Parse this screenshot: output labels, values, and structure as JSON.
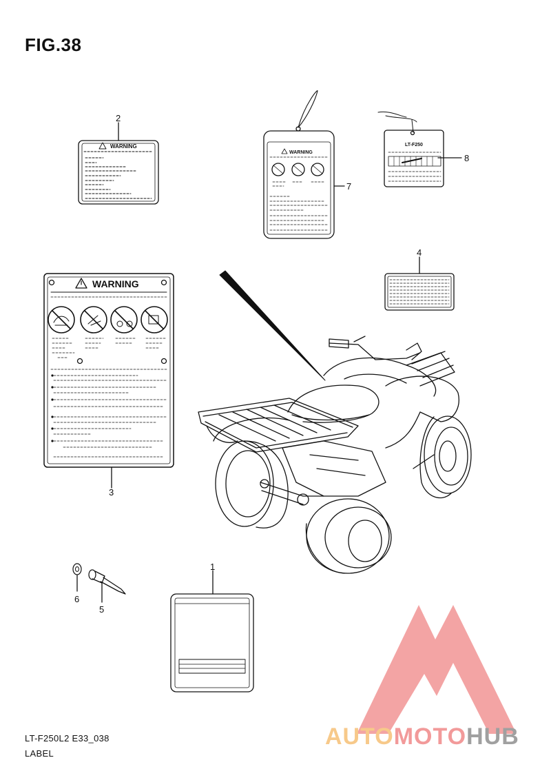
{
  "figure": {
    "title": "FIG.38"
  },
  "callouts": {
    "c1": "1",
    "c2": "2",
    "c3": "3",
    "c4": "4",
    "c5": "5",
    "c6": "6",
    "c7": "7",
    "c8": "8"
  },
  "labels": {
    "warning_small": "WARNING",
    "warning_tag": "WARNING",
    "warning_large": "WARNING",
    "model_tag": "LT-F250"
  },
  "footer": {
    "code": "LT-F250L2 E33_038",
    "name": "LABEL"
  },
  "watermark": {
    "part1": "AUTO",
    "part2": "MOTO",
    "part3": "HUB",
    "colors": {
      "auto": "#f7c98a",
      "moto": "#f29a9a",
      "hub": "#a0a0a0",
      "logo": "#f29a9a"
    }
  }
}
